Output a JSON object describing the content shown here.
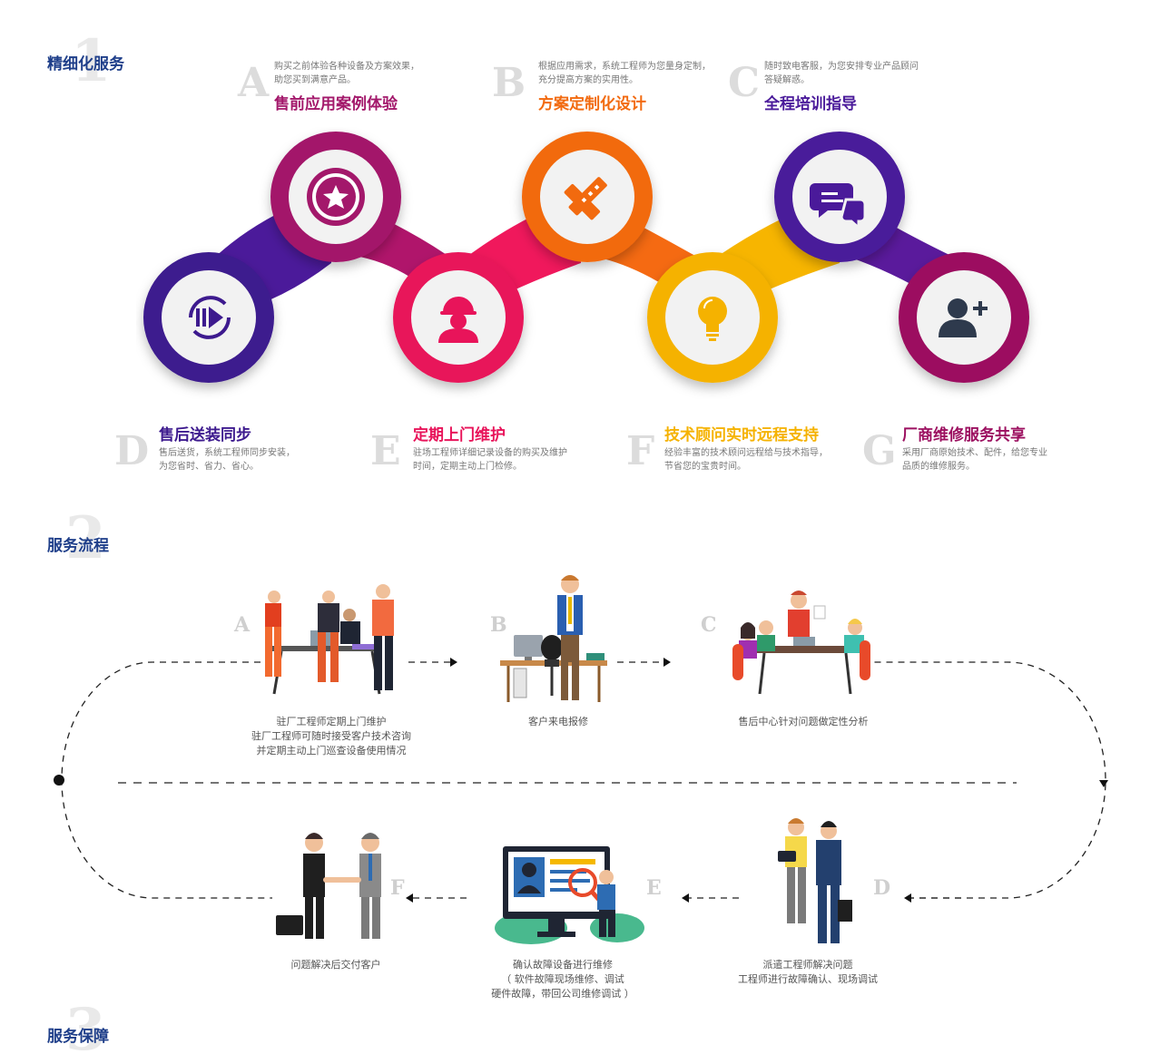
{
  "section1": {
    "num": "1",
    "title": "精细化服务"
  },
  "section2": {
    "num": "2",
    "title": "服务流程"
  },
  "section3": {
    "num": "3",
    "title": "服务保障"
  },
  "services": [
    {
      "letter": "A",
      "title": "售前应用案例体验",
      "desc1": "购买之前体验各种设备及方案效果，",
      "desc2": "助您买到满意产品。",
      "color": "#a3186b",
      "icon": "star-icon"
    },
    {
      "letter": "B",
      "title": "方案定制化设计",
      "desc1": "根据应用需求，系统工程师为您量身定制，",
      "desc2": "充分提高方案的实用性。",
      "color": "#f26a0f",
      "icon": "pencil-ruler-icon"
    },
    {
      "letter": "C",
      "title": "全程培训指导",
      "desc1": "随时致电客服，为您安排专业产品顾问",
      "desc2": "答疑解惑。",
      "color": "#4a1a9a",
      "icon": "chat-bubbles-icon"
    },
    {
      "letter": "D",
      "title": "售后送装同步",
      "desc1": "售后送货，系统工程师同步安装，",
      "desc2": "为您省时、省力、省心。",
      "color": "#3d1a8e",
      "icon": "delivery-arrow-icon"
    },
    {
      "letter": "E",
      "title": "定期上门维护",
      "desc1": "驻场工程师详细记录设备的购买及维护",
      "desc2": "时间，定期主动上门检修。",
      "color": "#e8145a",
      "icon": "engineer-icon"
    },
    {
      "letter": "F",
      "title": "技术顾问实时远程支持",
      "desc1": "经验丰富的技术顾问远程给与技术指导，",
      "desc2": "节省您的宝贵时间。",
      "color": "#f5b200",
      "icon": "lightbulb-icon"
    },
    {
      "letter": "G",
      "title": "厂商维修服务共享",
      "desc1": "采用厂商原始技术、配件，给您专业",
      "desc2": "品质的维修服务。",
      "color": "#9c1060",
      "icon": "add-user-icon"
    }
  ],
  "steps": [
    {
      "letter": "A",
      "lines": [
        "驻厂工程师定期上门维护",
        "驻厂工程师可随时接受客户技术咨询",
        "并定期主动上门巡查设备使用情况"
      ]
    },
    {
      "letter": "B",
      "lines": [
        "客户来电报修"
      ]
    },
    {
      "letter": "C",
      "lines": [
        "售后中心针对问题做定性分析"
      ]
    },
    {
      "letter": "D",
      "lines": [
        "派遣工程师解决问题",
        "工程师进行故障确认、现场调试"
      ]
    },
    {
      "letter": "E",
      "lines": [
        "确认故障设备进行维修",
        "（ 软件故障现场维修、调试",
        "硬件故障，带回公司维修调试 ）"
      ]
    },
    {
      "letter": "F",
      "lines": [
        "问题解决后交付客户"
      ]
    }
  ]
}
